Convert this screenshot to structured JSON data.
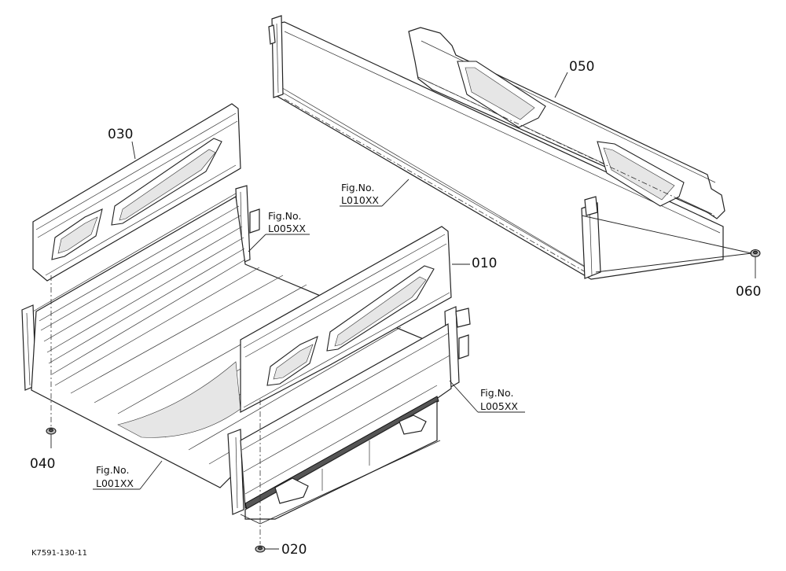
{
  "callouts": {
    "p010": "010",
    "p020": "020",
    "p030": "030",
    "p040": "040",
    "p050": "050",
    "p060": "060"
  },
  "references": [
    {
      "line1": "Fig.No.",
      "line2": "L010XX"
    },
    {
      "line1": "Fig.No.",
      "line2": "L005XX"
    },
    {
      "line1": "Fig.No.",
      "line2": "L005XX"
    },
    {
      "line1": "Fig.No.",
      "line2": "L001XX"
    }
  ],
  "footer": {
    "code": "K7591-130-11"
  }
}
